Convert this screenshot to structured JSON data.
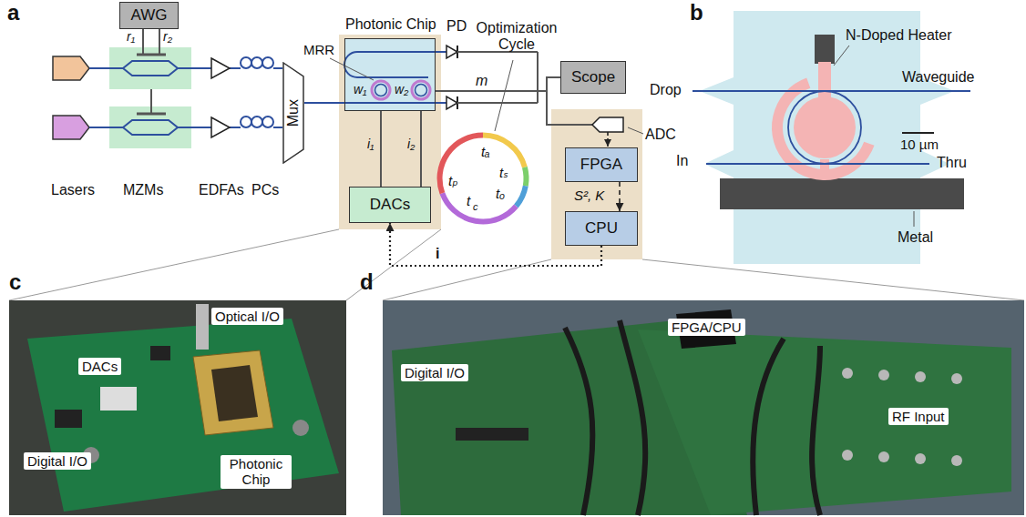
{
  "diagram": {
    "nodes": [
      {
        "text": [
          "AWG"
        ]
      },
      {
        "text": [
          "Mux"
        ]
      },
      {
        "text": [
          "Photonic Chip"
        ]
      },
      {
        "text": [
          "DACs"
        ]
      },
      {
        "text": [
          "Scope"
        ]
      },
      {
        "text": [
          "FPGA"
        ]
      },
      {
        "text": [
          "CPU"
        ]
      }
    ],
    "edges": [
      {
        "from": 1,
        "to": 2,
        "arrow": "none"
      },
      {
        "from": 2,
        "to": 4,
        "label": "m",
        "arrow": "none"
      },
      {
        "from": 5,
        "to": 6,
        "label": "S², K",
        "arrow": "to"
      },
      {
        "from": 6,
        "to": 3,
        "label": "i",
        "arrow": "to"
      },
      {
        "from": 3,
        "to": 2,
        "label": "i₁",
        "arrow": "none"
      },
      {
        "from": 3,
        "to": 2,
        "label": "i₂",
        "arrow": "none"
      }
    ],
    "labels": [
      "a",
      "r₁",
      "r₂",
      "Lasers",
      "MZMs",
      "EDFAs",
      "PCs",
      "MRR",
      "w₁",
      "w₂",
      "PD",
      "Optimization Cycle",
      "tₐ",
      "tₛ",
      "tₒ",
      "t",
      "c",
      "tₚ",
      "ADC",
      "b",
      "Drop",
      "Waveguide",
      "N-Doped Heater",
      "10 µm",
      "In",
      "Thru",
      "Metal",
      "c",
      "Optical I/O",
      "DACs",
      "Digital I/O",
      "Photonic Chip",
      "d",
      "FPGA/CPU",
      "Digital I/O",
      "RF Input"
    ]
  }
}
